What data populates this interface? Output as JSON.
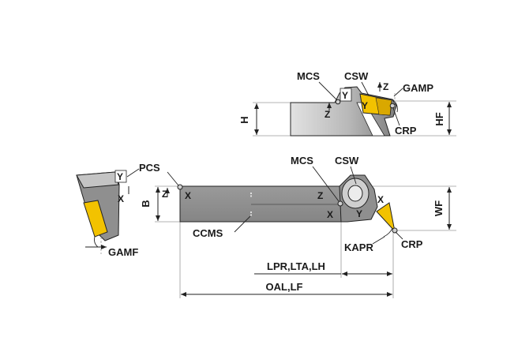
{
  "top_view": {
    "mcs": "MCS",
    "csw": "CSW",
    "z_axis": "Z",
    "gamp": "GAMP",
    "mcs_y": "Y",
    "mcs_z": "Z",
    "csw_y": "Y",
    "crp": "CRP",
    "h": "H",
    "hf": "HF"
  },
  "end_view": {
    "y": "Y",
    "pcs": "PCS",
    "x": "X",
    "gamf": "GAMF"
  },
  "main_view": {
    "pcs_z": "Z",
    "b": "B",
    "pcs_x": "X",
    "mcs": "MCS",
    "csw": "CSW",
    "csw_x": "X",
    "mcs_z": "Z",
    "mcs_x": "X",
    "csw_y": "Y",
    "wf": "WF",
    "ccms": "CCMS",
    "kapr": "KAPR",
    "crp": "CRP"
  },
  "dimensions": {
    "lpr": "LPR,LTA,LH",
    "oal": "OAL,LF"
  },
  "colors": {
    "shank": "#8f8f8f",
    "insert": "#f2c200",
    "line": "#222222"
  }
}
